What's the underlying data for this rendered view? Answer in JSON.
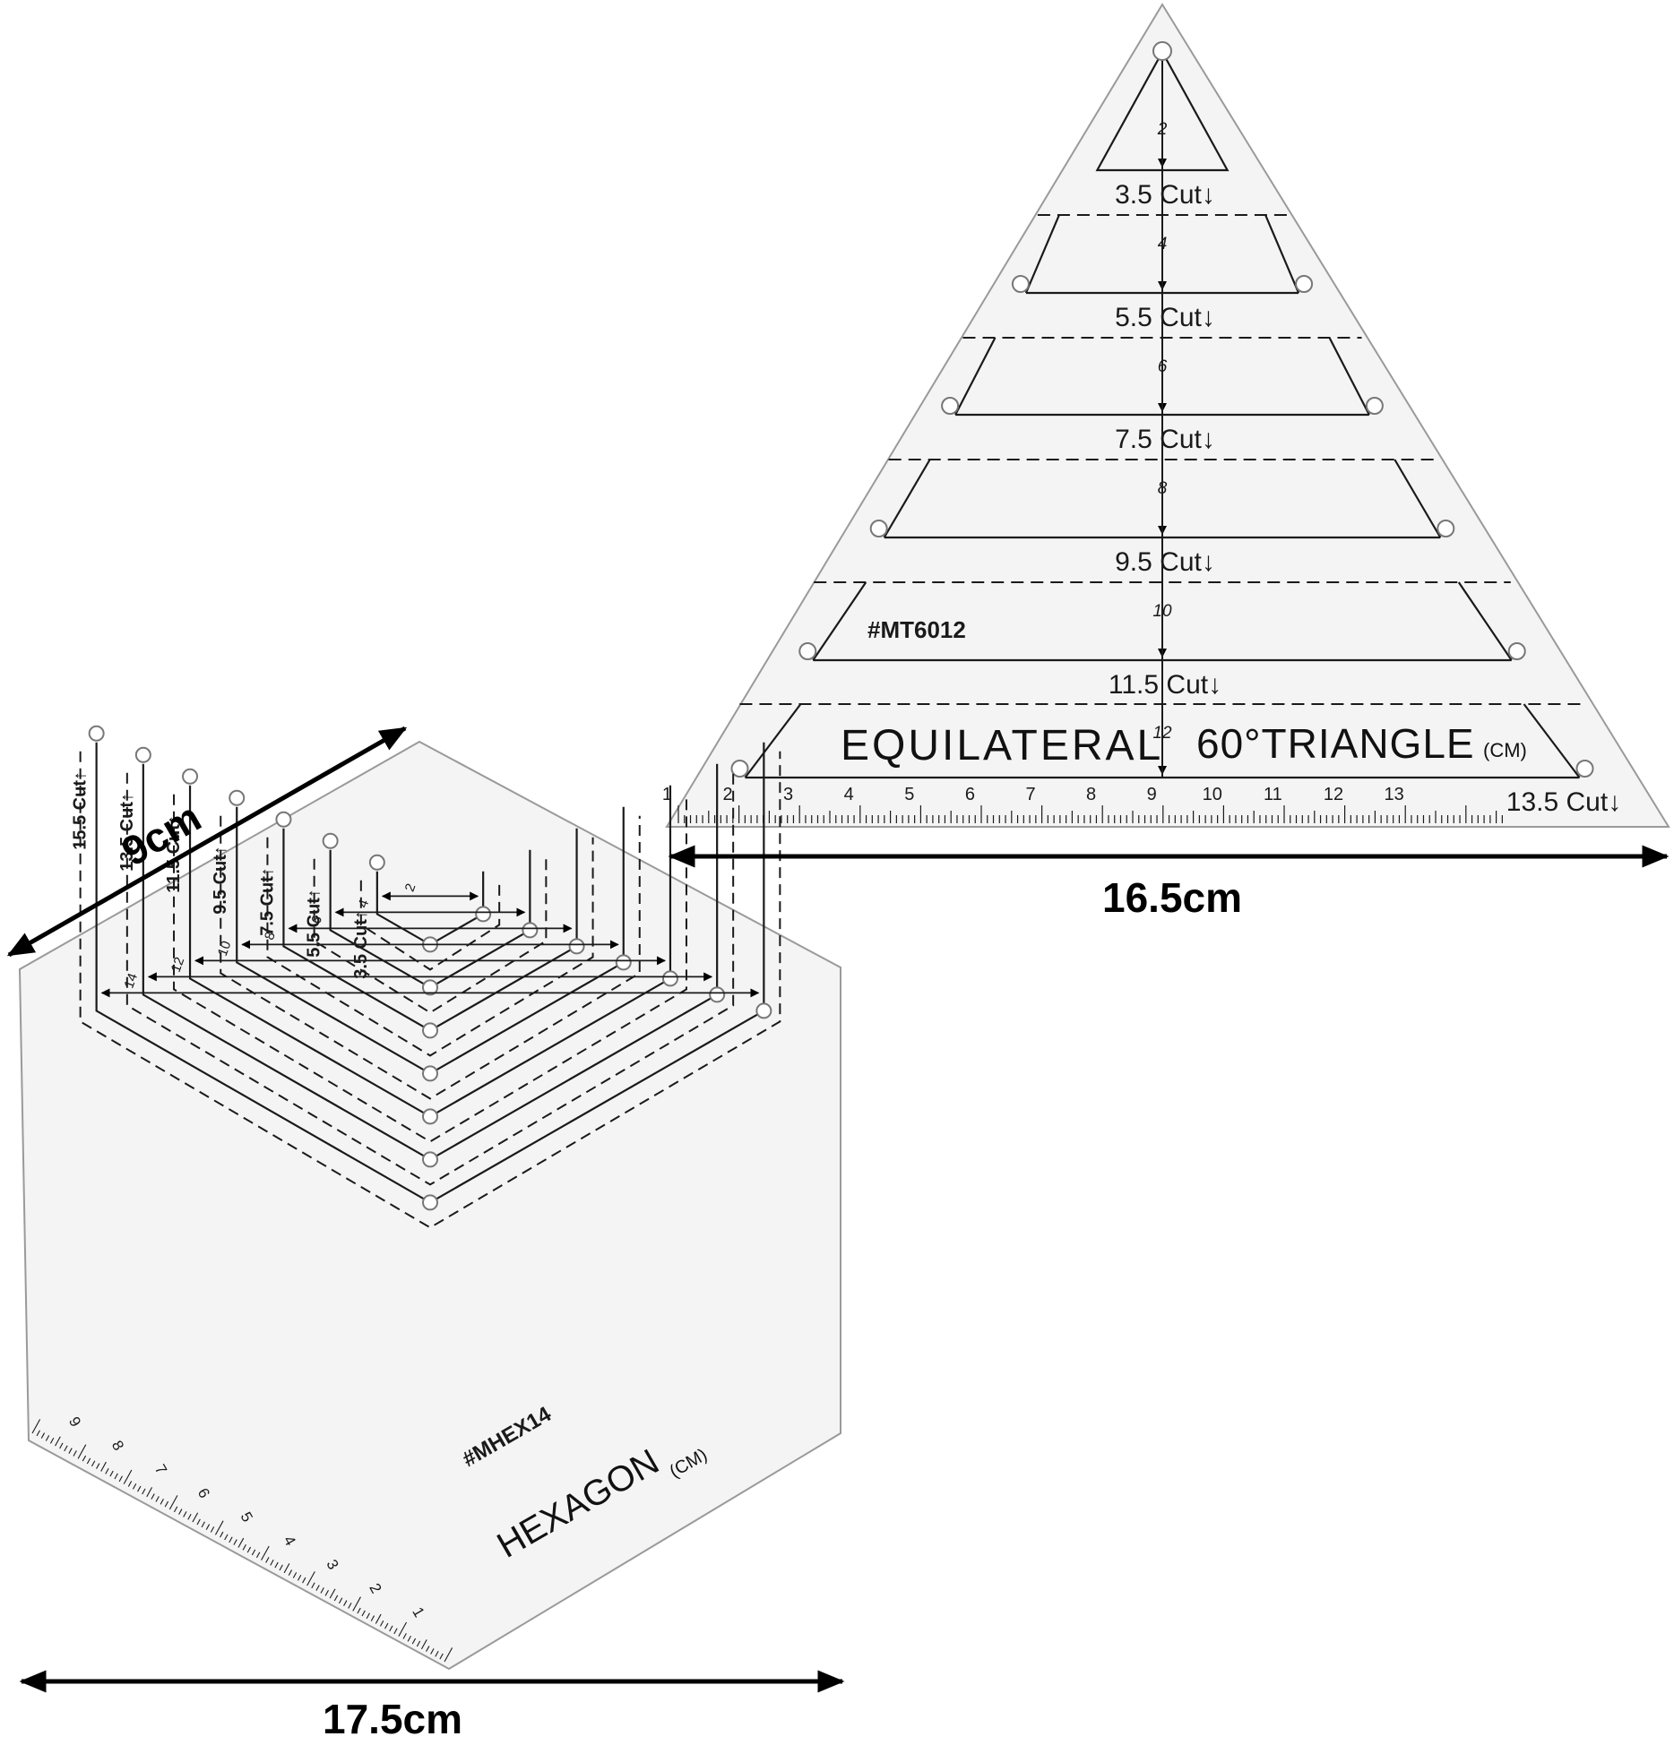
{
  "background": "#ffffff",
  "colors": {
    "ink": "#1a1a1a",
    "acrylic": "#f4f4f4",
    "acrylic_edge": "#9a9a9a",
    "dimension_arrow": "#000000"
  },
  "dimensions": {
    "hexagon_side": "9cm",
    "hexagon_width": "17.5cm",
    "triangle_width": "16.5cm"
  },
  "triangle_ruler": {
    "model": "#MT6012",
    "title": "EQUILATERAL",
    "title_right": "60°TRIANGLE",
    "unit": "(CM)",
    "heights": [
      "2",
      "4",
      "6",
      "8",
      "10",
      "12"
    ],
    "cut_labels": [
      "3.5 Cut",
      "5.5 Cut",
      "7.5 Cut",
      "9.5 Cut",
      "11.5 Cut",
      "13.5 Cut"
    ],
    "cut_arrow": "↓",
    "scale_numbers": [
      "1",
      "2",
      "3",
      "4",
      "5",
      "6",
      "7",
      "8",
      "9",
      "10",
      "11",
      "12",
      "13"
    ]
  },
  "hexagon_ruler": {
    "model": "#MHEX14",
    "title": "HEXAGON",
    "unit": "(CM)",
    "widths": [
      "2",
      "4",
      "6",
      "8",
      "10",
      "12",
      "14"
    ],
    "cut_labels": [
      "3.5 Cut",
      "5.5 Cut",
      "7.5 Cut",
      "9.5 Cut",
      "11.5 Cut",
      "13.5 Cut",
      "15.5 Cut"
    ],
    "cut_arrow": "↑",
    "scale_numbers": [
      "1",
      "2",
      "3",
      "4",
      "5",
      "6",
      "7",
      "8",
      "9"
    ]
  }
}
